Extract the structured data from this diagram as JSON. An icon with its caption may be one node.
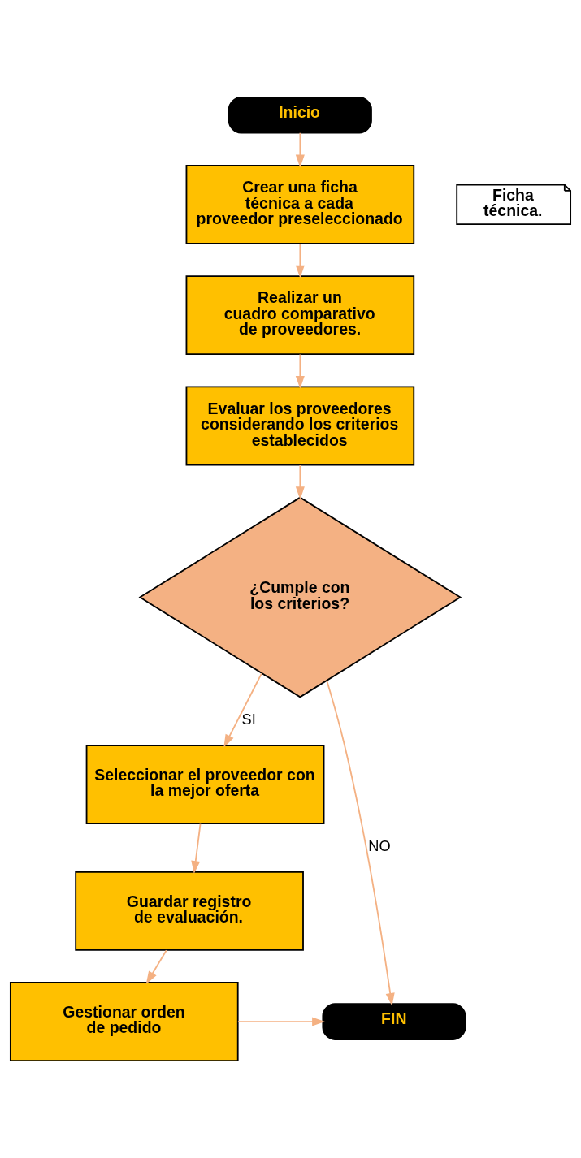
{
  "diagram": {
    "nodes": [
      {
        "text": [
          "Inicio"
        ]
      },
      {
        "text": [
          "Crear una ficha técnica a cada proveedor preseleccionado"
        ]
      },
      {
        "text": [
          "Ficha técnica."
        ]
      },
      {
        "text": [
          "Realizar un cuadro comparativo de proveedores."
        ]
      },
      {
        "text": [
          "Evaluar los proveedores considerando los criterios establecidos"
        ]
      },
      {
        "text": [
          "¿Cumple con los criterios?"
        ]
      },
      {
        "text": [
          "Seleccionar el proveedor con la mejor oferta"
        ]
      },
      {
        "text": [
          "Guardar registro de evaluación."
        ]
      },
      {
        "text": [
          "Gestionar orden de pedido"
        ]
      },
      {
        "text": [
          "FIN"
        ]
      }
    ],
    "edges": [
      {
        "from": 0,
        "to": 1,
        "arrow": "to"
      },
      {
        "from": 1,
        "to": 3,
        "arrow": "to"
      },
      {
        "from": 3,
        "to": 4,
        "arrow": "to"
      },
      {
        "from": 4,
        "to": 5,
        "arrow": "to"
      },
      {
        "from": 5,
        "to": 6,
        "arrow": "to",
        "label": "SI"
      },
      {
        "from": 6,
        "to": 7,
        "arrow": "to"
      },
      {
        "from": 7,
        "to": 8,
        "arrow": "to"
      },
      {
        "from": 8,
        "to": 9,
        "arrow": "to"
      },
      {
        "from": 5,
        "to": 9,
        "arrow": "to",
        "label": "NO"
      }
    ]
  }
}
